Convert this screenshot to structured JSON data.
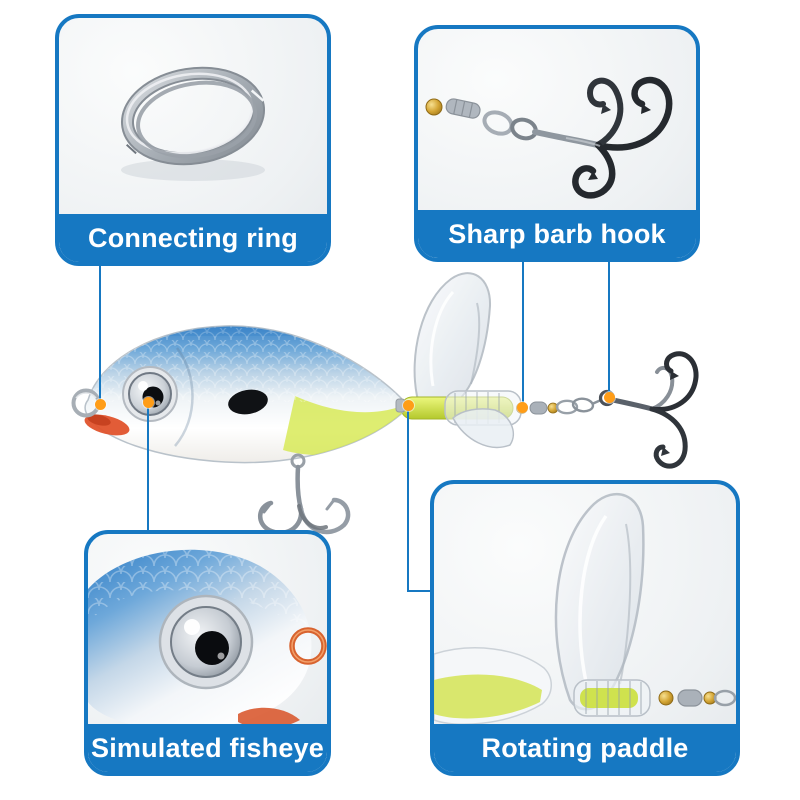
{
  "colors": {
    "accent_blue": "#1678c2",
    "dot_orange": "#ff9d18",
    "label_text": "#ffffff",
    "background": "#ffffff",
    "lure_back_blue": "#3f86c9",
    "lure_chartreuse": "#d6e84e",
    "accent_orange_red": "#e0532c",
    "hardware_silver": "#aab1b9"
  },
  "callouts": {
    "connecting_ring": {
      "label": "Connecting ring",
      "image": "split-ring-photo"
    },
    "sharp_barb_hook": {
      "label": "Sharp barb hook",
      "image": "treble-hook-swivel-photo"
    },
    "simulated_fisheye": {
      "label": "Simulated fisheye",
      "image": "fish-head-closeup-photo"
    },
    "rotating_paddle": {
      "label": "Rotating paddle",
      "image": "tail-paddle-closeup-photo"
    }
  },
  "main_image": {
    "name": "topwater-plopper-fishing-lure"
  }
}
